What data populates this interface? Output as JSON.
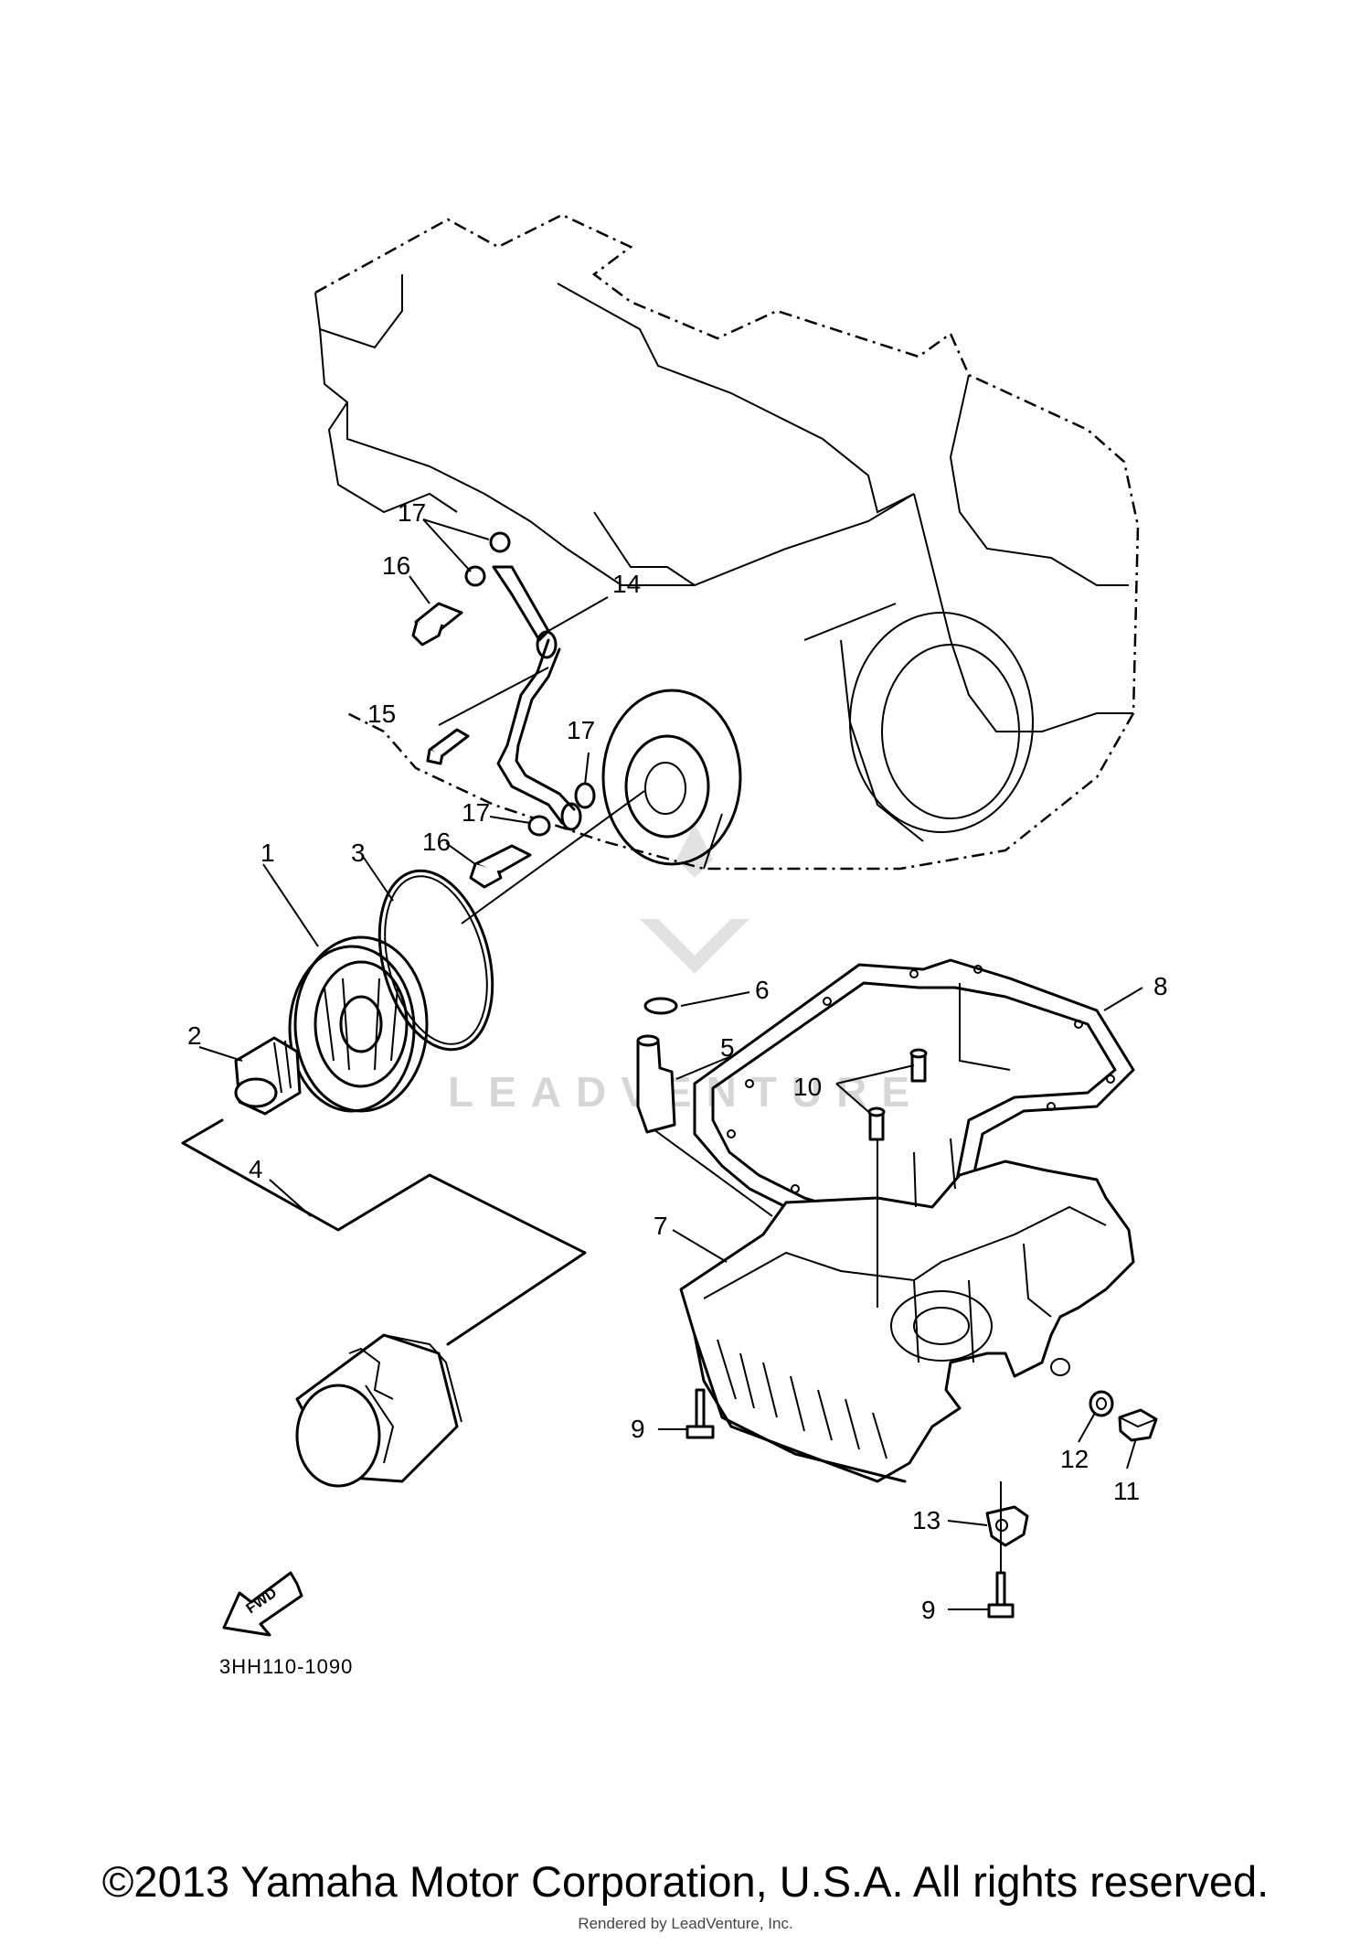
{
  "diagram": {
    "diagram_code": "3HH110-1090",
    "fwd_label": "FWD",
    "watermark_text": "LEADVENTURE",
    "callouts": [
      "1",
      "2",
      "3",
      "4",
      "5",
      "6",
      "7",
      "8",
      "9",
      "9",
      "10",
      "11",
      "12",
      "13",
      "14",
      "15",
      "16",
      "16",
      "17",
      "17",
      "17"
    ]
  },
  "footer": {
    "copyright": "©2013 Yamaha Motor Corporation, U.S.A. All rights reserved.",
    "rendered_by": "Rendered by LeadVenture, Inc."
  },
  "colors": {
    "ink": "#000000",
    "paper": "#ffffff",
    "watermark": "#d6d6d6"
  }
}
